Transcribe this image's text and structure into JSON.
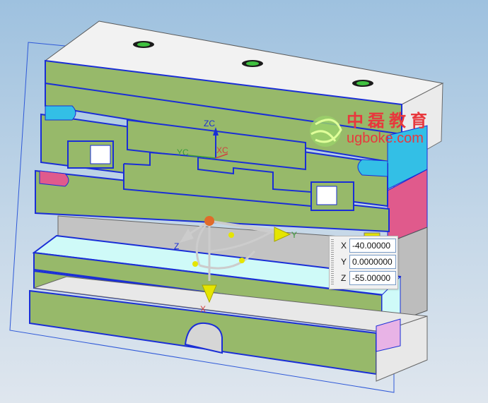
{
  "colors": {
    "plate_face": "#97b96a",
    "plate_top": "#f2f2f2",
    "plate_edge": "#1a2ed6",
    "clamp_face": "#cffaf8",
    "side_cyan": "#33bfe6",
    "side_pink": "#e05a8c",
    "accent_red": "#e8383d"
  },
  "wcs_labels": {
    "zc": "ZC",
    "yc": "YC",
    "xc": "XC"
  },
  "manipulator": {
    "x": "X",
    "y": "Y",
    "z": "Z"
  },
  "coordinates": {
    "x": {
      "label": "X",
      "value": "-40.00000"
    },
    "y": {
      "label": "Y",
      "value": "0.0000000"
    },
    "z": {
      "label": "Z",
      "value": "-55.00000"
    }
  },
  "watermark": {
    "chinese": "中磊教育",
    "url": "ugboke.com"
  }
}
